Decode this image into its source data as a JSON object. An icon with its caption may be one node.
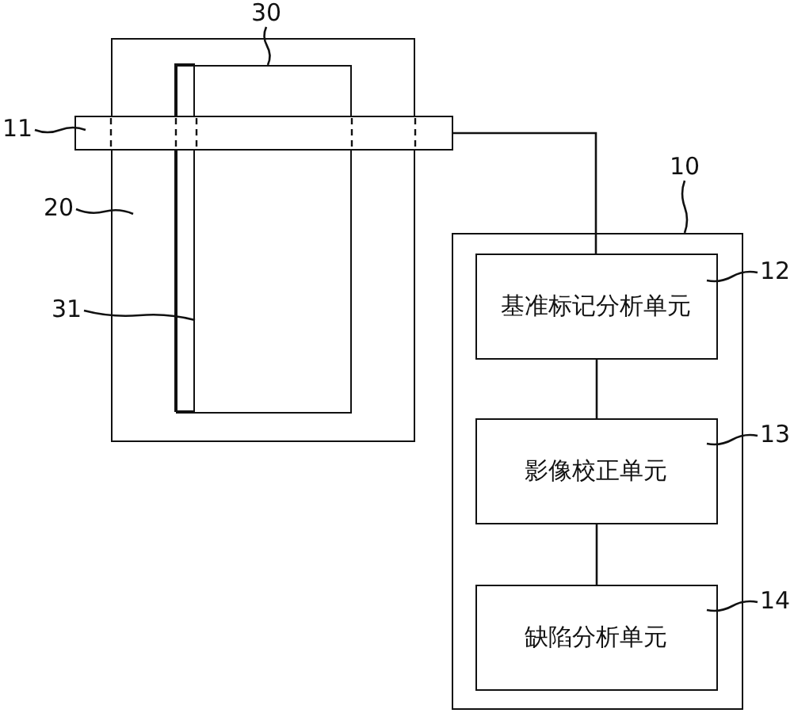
{
  "diagram": {
    "nodes": [
      {
        "text": [
          "30"
        ]
      },
      {
        "text": [
          "11"
        ]
      },
      {
        "text": [
          "20"
        ]
      },
      {
        "text": [
          "31"
        ]
      },
      {
        "text": [
          "10"
        ]
      },
      {
        "text": [
          "12"
        ]
      },
      {
        "text": [
          "13"
        ]
      },
      {
        "text": [
          "14"
        ]
      },
      {
        "text": [],
        "shape": "box"
      },
      {
        "text": [],
        "shape": "box",
        "in": 8
      },
      {
        "text": [],
        "shape": "bar",
        "in": 9
      },
      {
        "text": [],
        "shape": "bar"
      },
      {
        "text": [],
        "shape": "box"
      },
      {
        "text": [
          "基准标记分析单元"
        ],
        "in": 12
      },
      {
        "text": [
          "影像校正单元"
        ],
        "in": 12
      },
      {
        "text": [
          "缺陷分析单元"
        ],
        "in": 12
      }
    ],
    "edges": [
      {
        "from": 0,
        "to": 9,
        "arrow": "none"
      },
      {
        "from": 1,
        "to": 11,
        "arrow": "none"
      },
      {
        "from": 2,
        "to": 8,
        "arrow": "none"
      },
      {
        "from": 3,
        "to": 10,
        "arrow": "none"
      },
      {
        "from": 4,
        "to": 12,
        "arrow": "none"
      },
      {
        "from": 5,
        "to": 13,
        "arrow": "none"
      },
      {
        "from": 6,
        "to": 14,
        "arrow": "none"
      },
      {
        "from": 7,
        "to": 15,
        "arrow": "none"
      },
      {
        "from": 11,
        "to": 13,
        "arrow": "none"
      },
      {
        "from": 13,
        "to": 14,
        "arrow": "none"
      },
      {
        "from": 14,
        "to": 15,
        "arrow": "none"
      }
    ]
  }
}
